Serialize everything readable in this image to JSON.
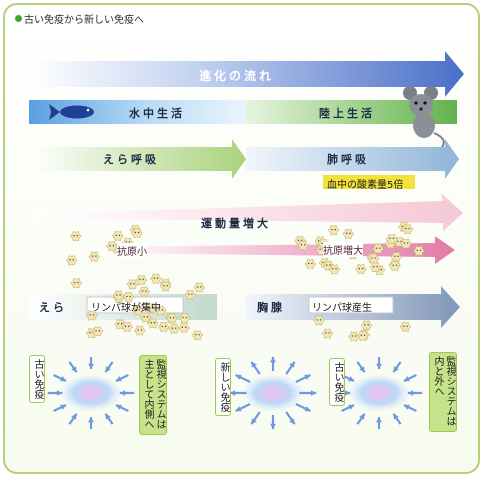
{
  "title": "古い免疫から新しい免疫へ",
  "rows": {
    "evolution": "進化の流れ",
    "water_life": "水中生活",
    "land_life": "陸上生活",
    "gill_breathing": "えら呼吸",
    "lung_breathing": "肺呼吸",
    "oxygen_note": "血中の酸素量5倍",
    "exercise_increase": "運動量増大",
    "antigen_small": "抗原小",
    "antigen_increase": "抗原増大",
    "gills": "えら",
    "lymph_gather": "リンパ球が集中",
    "thymus": "胸腺",
    "lymph_production": "リンパ球産生"
  },
  "bottom": {
    "old_immunity_1": "古い免疫",
    "monitor_inner": "監視システムは主として内側へ",
    "new_immunity": "新しい免疫",
    "old_immunity_2": "古い免疫",
    "monitor_both": "監視システムは内と外へ"
  },
  "colors": {
    "frame": "#b6d07a",
    "blue_arrow": "#5b7fd0",
    "green_band": "#6fbf56",
    "yellow_note": "#f3e23a",
    "cell": "#f2e6b5"
  },
  "icons": [
    "fish-icon",
    "mouse-icon",
    "lymphocyte-cell-icon",
    "immune-cell-icon"
  ]
}
